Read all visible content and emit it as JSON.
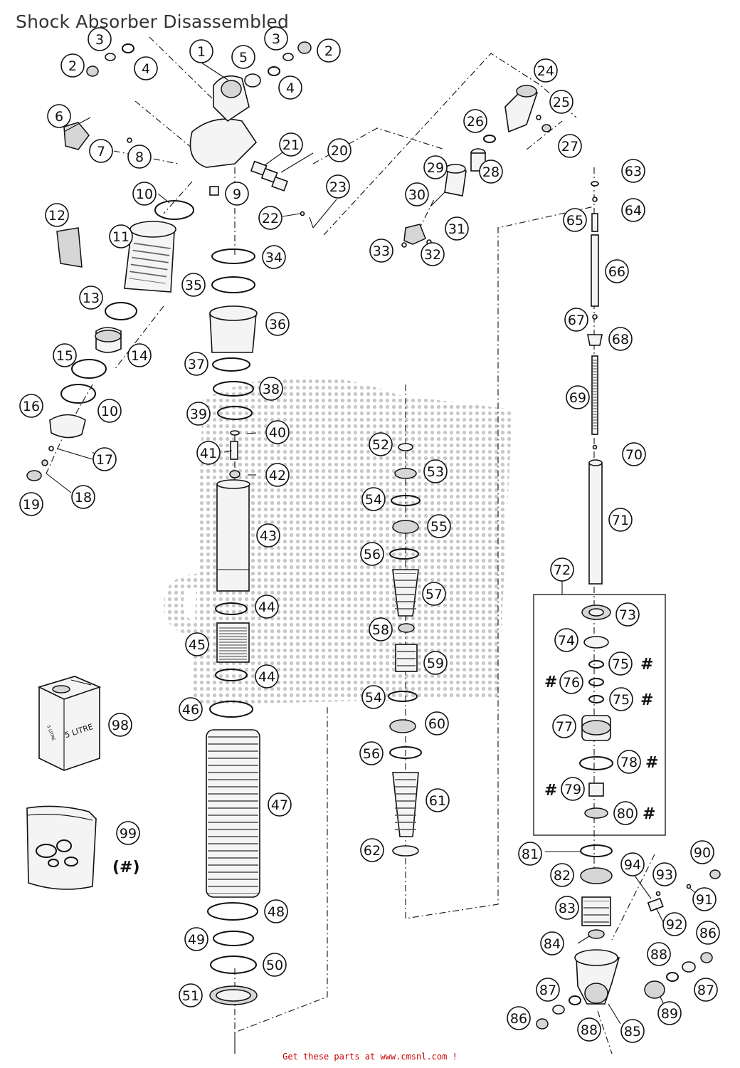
{
  "title": "Shock Absorber Disassembled",
  "footer": "Get these parts at www.cmsnl.com !",
  "watermark": "cmsnl",
  "diagram": {
    "callouts": [
      {
        "n": "1"
      },
      {
        "n": "2"
      },
      {
        "n": "2"
      },
      {
        "n": "3"
      },
      {
        "n": "3"
      },
      {
        "n": "4"
      },
      {
        "n": "4"
      },
      {
        "n": "5"
      },
      {
        "n": "6"
      },
      {
        "n": "7"
      },
      {
        "n": "8"
      },
      {
        "n": "9"
      },
      {
        "n": "10"
      },
      {
        "n": "10"
      },
      {
        "n": "11"
      },
      {
        "n": "12"
      },
      {
        "n": "13"
      },
      {
        "n": "14"
      },
      {
        "n": "15"
      },
      {
        "n": "16"
      },
      {
        "n": "17"
      },
      {
        "n": "18"
      },
      {
        "n": "19"
      },
      {
        "n": "20"
      },
      {
        "n": "21"
      },
      {
        "n": "22"
      },
      {
        "n": "23"
      },
      {
        "n": "24"
      },
      {
        "n": "25"
      },
      {
        "n": "26"
      },
      {
        "n": "27"
      },
      {
        "n": "28"
      },
      {
        "n": "29"
      },
      {
        "n": "30"
      },
      {
        "n": "31"
      },
      {
        "n": "32"
      },
      {
        "n": "33"
      },
      {
        "n": "34"
      },
      {
        "n": "35"
      },
      {
        "n": "36"
      },
      {
        "n": "37"
      },
      {
        "n": "38"
      },
      {
        "n": "39"
      },
      {
        "n": "40"
      },
      {
        "n": "41"
      },
      {
        "n": "42"
      },
      {
        "n": "43"
      },
      {
        "n": "44"
      },
      {
        "n": "44"
      },
      {
        "n": "45"
      },
      {
        "n": "46"
      },
      {
        "n": "47"
      },
      {
        "n": "48"
      },
      {
        "n": "49"
      },
      {
        "n": "50"
      },
      {
        "n": "51"
      },
      {
        "n": "52"
      },
      {
        "n": "53"
      },
      {
        "n": "54"
      },
      {
        "n": "54"
      },
      {
        "n": "55"
      },
      {
        "n": "56"
      },
      {
        "n": "56"
      },
      {
        "n": "57"
      },
      {
        "n": "58"
      },
      {
        "n": "59"
      },
      {
        "n": "60"
      },
      {
        "n": "61"
      },
      {
        "n": "62"
      },
      {
        "n": "63"
      },
      {
        "n": "64"
      },
      {
        "n": "65"
      },
      {
        "n": "66"
      },
      {
        "n": "67"
      },
      {
        "n": "68"
      },
      {
        "n": "69"
      },
      {
        "n": "70"
      },
      {
        "n": "71"
      },
      {
        "n": "72"
      },
      {
        "n": "73"
      },
      {
        "n": "74"
      },
      {
        "n": "75"
      },
      {
        "n": "75"
      },
      {
        "n": "76"
      },
      {
        "n": "77"
      },
      {
        "n": "78"
      },
      {
        "n": "79"
      },
      {
        "n": "80"
      },
      {
        "n": "81"
      },
      {
        "n": "82"
      },
      {
        "n": "83"
      },
      {
        "n": "84"
      },
      {
        "n": "85"
      },
      {
        "n": "86"
      },
      {
        "n": "86"
      },
      {
        "n": "87"
      },
      {
        "n": "87"
      },
      {
        "n": "88"
      },
      {
        "n": "88"
      },
      {
        "n": "89"
      },
      {
        "n": "90"
      },
      {
        "n": "91"
      },
      {
        "n": "92"
      },
      {
        "n": "93"
      },
      {
        "n": "94"
      },
      {
        "n": "98"
      },
      {
        "n": "99"
      }
    ],
    "hash_marks": [
      "#",
      "#",
      "#",
      "#",
      "#",
      "#"
    ],
    "kit_note": "(#)",
    "oil_can_label": "5 LITRE",
    "oil_can_side_label": "5 LITRE"
  },
  "colors": {
    "footer_link": "#cc0000",
    "title": "#333333",
    "line": "#111111"
  }
}
